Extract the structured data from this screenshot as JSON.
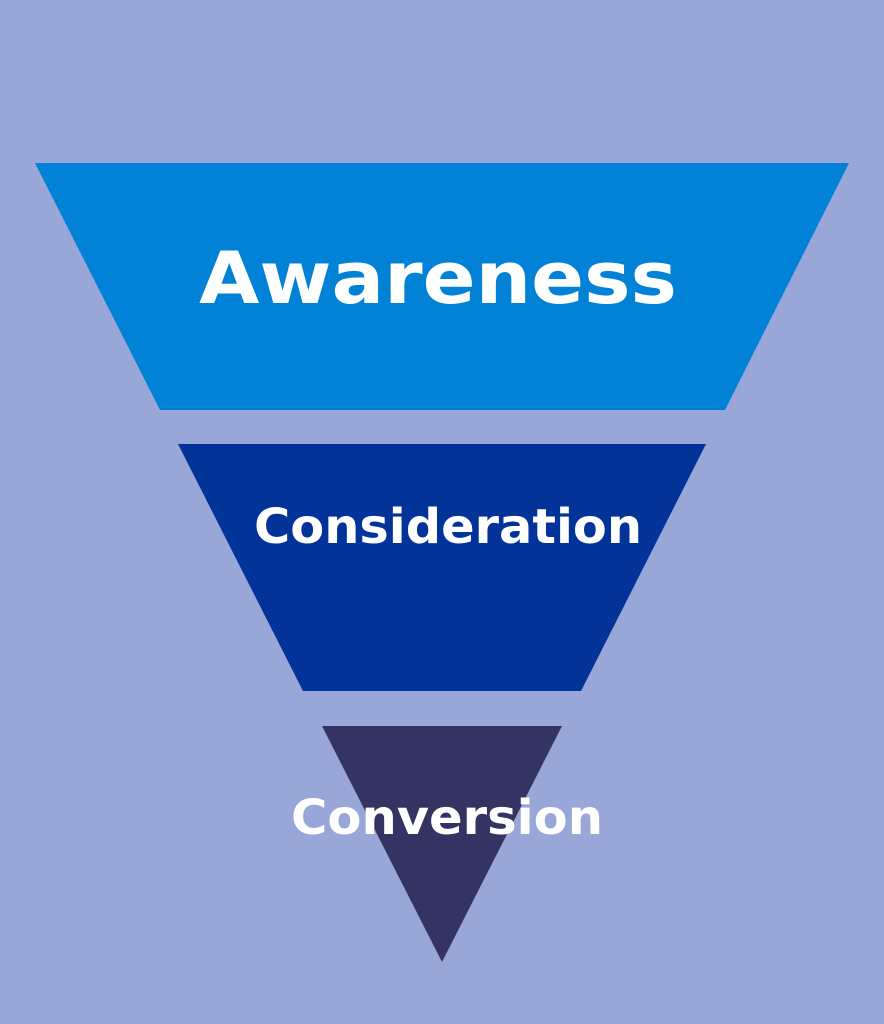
{
  "background_color": "#98a7d8",
  "funnel": {
    "stages": [
      {
        "label": "Awareness",
        "color": "#0282d6"
      },
      {
        "label": "Consideration",
        "color": "#013399"
      },
      {
        "label": "Conversion",
        "color": "#343462"
      }
    ]
  }
}
